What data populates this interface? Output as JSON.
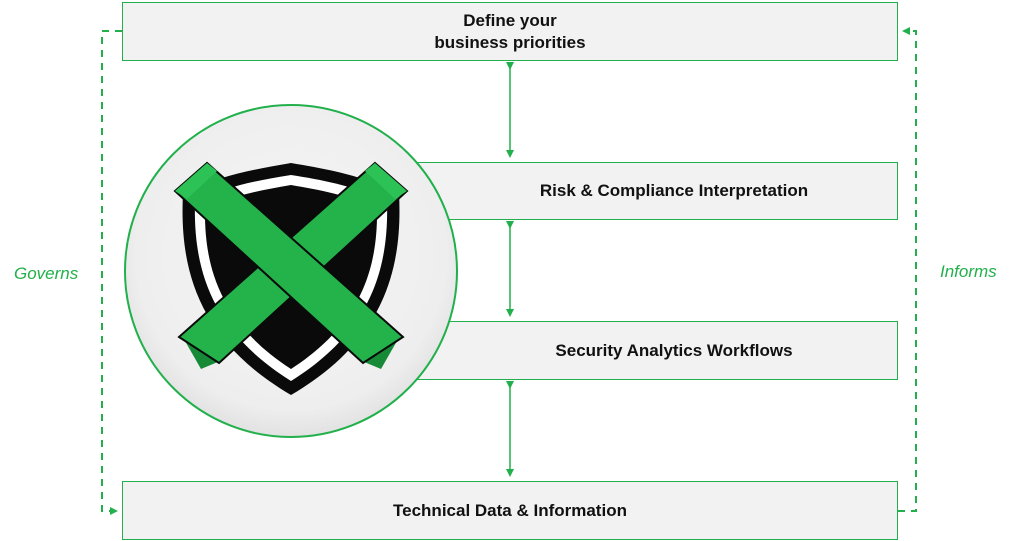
{
  "diagram": {
    "boxes": {
      "top": {
        "line1": "Define your",
        "line2": "business priorities"
      },
      "risk": "Risk & Compliance Interpretation",
      "security": "Security Analytics Workflows",
      "technical": "Technical Data & Information"
    },
    "side_labels": {
      "left": "Governs",
      "right": "Informs"
    },
    "colors": {
      "accent_green": "#21b04b",
      "box_fill": "#f2f2f2",
      "text": "#111111"
    },
    "logo": {
      "icon": "shield-x-logo"
    }
  }
}
